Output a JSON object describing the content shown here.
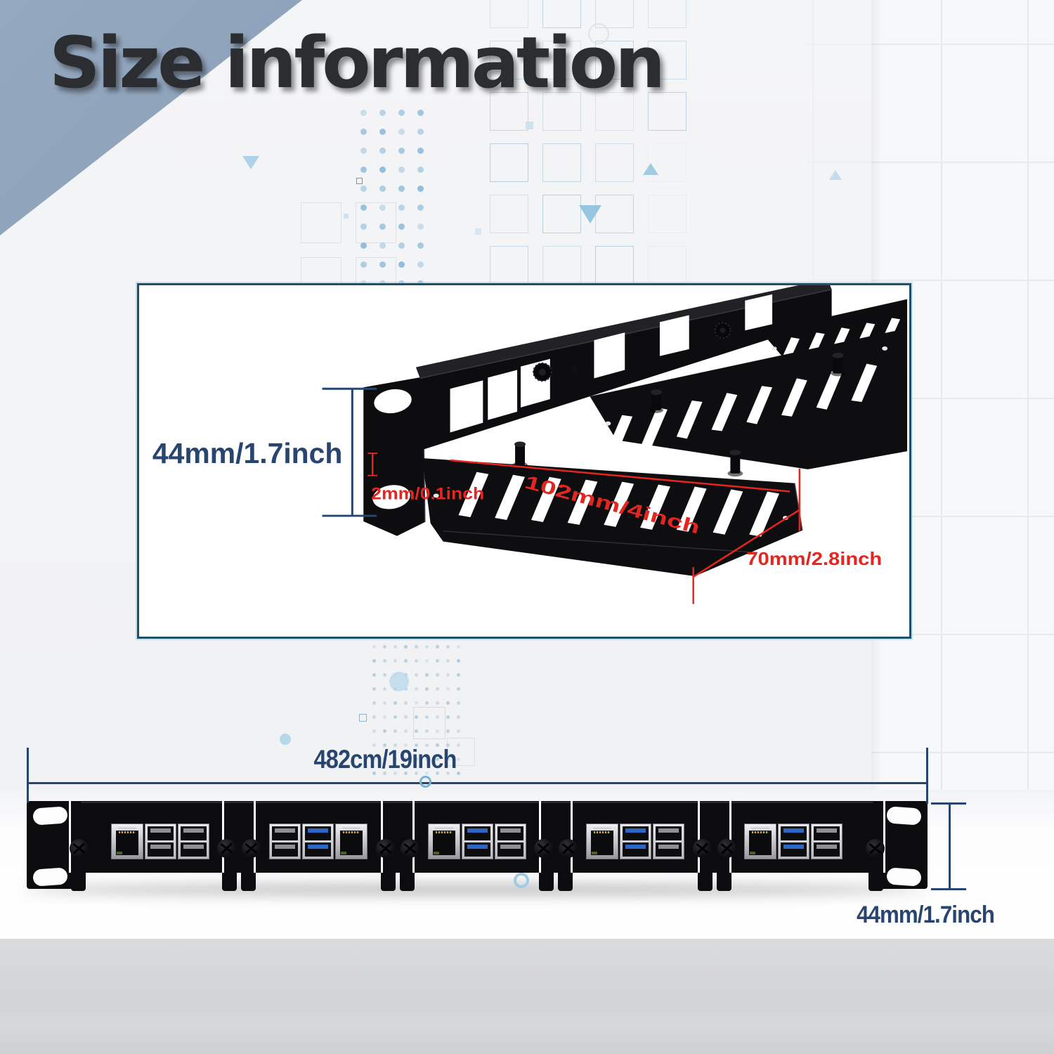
{
  "page": {
    "title": "Size information"
  },
  "colors": {
    "accent_navy": "#27456f",
    "dim_red": "#e3261f",
    "frame_border": "#1e506c",
    "corner_triangle": "#8fa4bc",
    "panel_black": "#0c0c0e",
    "usb3_blue": "#2e66c6",
    "decor_blue": "#79b0d4"
  },
  "detail_view": {
    "height_label": "44mm/1.7inch",
    "thickness_label": "2mm/0.1inch",
    "depth_label": "102mm/4inch",
    "tray_width_label": "70mm/2.8inch"
  },
  "front_view": {
    "width_label": "482cm/19inch",
    "height_label": "44mm/1.7inch",
    "modules": [
      {
        "ports": [
          "rj45",
          "usb2",
          "usb2"
        ]
      },
      {
        "ports": [
          "usb2",
          "usb3",
          "rj45"
        ]
      },
      {
        "ports": [
          "rj45",
          "usb3",
          "usb2"
        ]
      },
      {
        "ports": [
          "rj45",
          "usb3",
          "usb2"
        ]
      },
      {
        "ports": [
          "rj45",
          "usb3",
          "usb2"
        ]
      }
    ]
  }
}
